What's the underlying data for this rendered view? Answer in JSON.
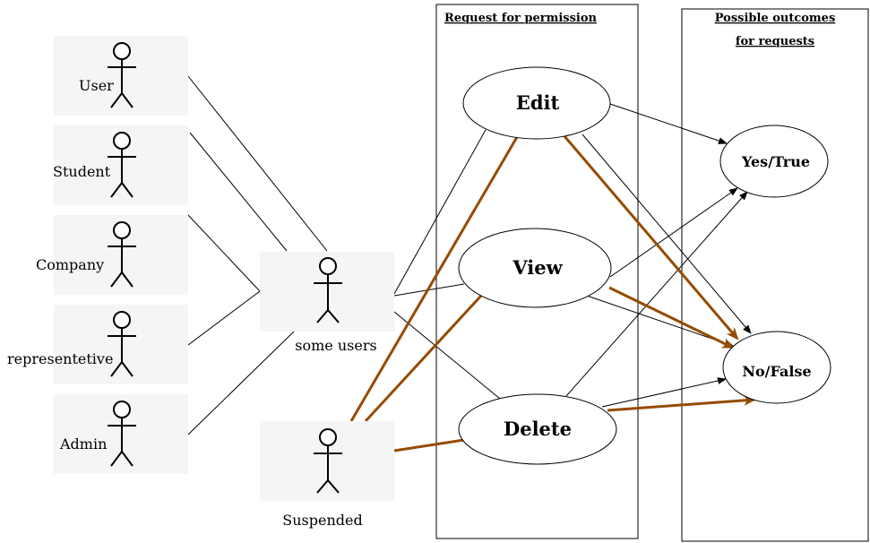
{
  "actors": [
    {
      "id": "user",
      "label": "User"
    },
    {
      "id": "student",
      "label": "Student"
    },
    {
      "id": "company",
      "label": "Company"
    },
    {
      "id": "representetive",
      "label": "representetive"
    },
    {
      "id": "admin",
      "label": "Admin"
    },
    {
      "id": "some-users",
      "label": "some users"
    },
    {
      "id": "suspended",
      "label": "Suspended"
    }
  ],
  "boundaries": {
    "request": {
      "title": "Request for permission"
    },
    "outcomes": {
      "title_line1": "Possible outcomes",
      "title_line2": "for requests"
    }
  },
  "use_cases": {
    "edit": "Edit",
    "view": "View",
    "delete": "Delete",
    "yes": "Yes/True",
    "no": "No/False"
  },
  "colors": {
    "actor_background": "#f5f5f5",
    "suspended_link": "#964B00",
    "line": "#000000"
  }
}
